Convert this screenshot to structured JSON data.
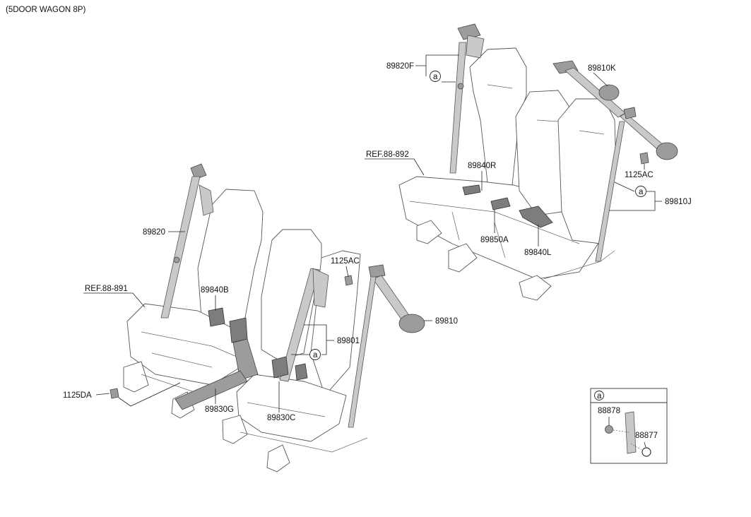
{
  "title": "(5DOOR WAGON 8P)",
  "labels": {
    "p89820F": "89820F",
    "p89810K": "89810K",
    "ref88892": "REF.88-892",
    "p89840R": "89840R",
    "p1125AC_right": "1125AC",
    "p89810J": "89810J",
    "p89850A": "89850A",
    "p89840L": "89840L",
    "p89820": "89820",
    "ref88891": "REF.88-891",
    "p89840B": "89840B",
    "p1125AC_left": "1125AC",
    "p89810": "89810",
    "p89801": "89801",
    "p1125DA": "1125DA",
    "p89830G": "89830G",
    "p89830C": "89830C"
  },
  "callouts": {
    "a1": "a",
    "a2": "a",
    "a3": "a"
  },
  "inset": {
    "header": "a",
    "p88878": "88878",
    "p88877": "88877"
  }
}
